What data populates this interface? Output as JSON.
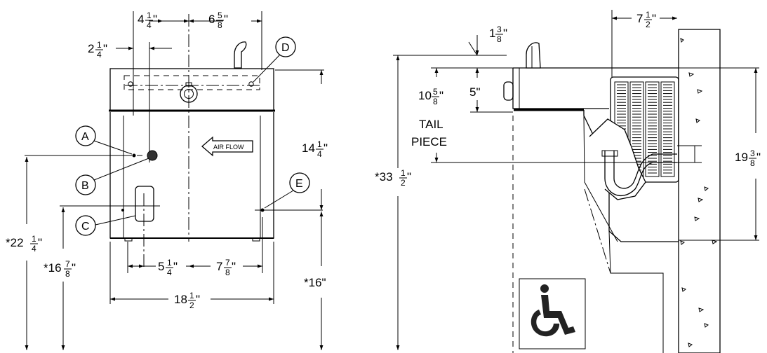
{
  "front_view": {
    "dims": {
      "d4_1_4": {
        "whole": "4",
        "num": "1",
        "den": "4",
        "unit": "\""
      },
      "d6_5_8": {
        "whole": "6",
        "num": "5",
        "den": "8",
        "unit": "\""
      },
      "d2_1_4": {
        "whole": "2",
        "num": "1",
        "den": "4",
        "unit": "\""
      },
      "d14_1_4": {
        "whole": "14",
        "num": "1",
        "den": "4",
        "unit": "\""
      },
      "d22_1_4": {
        "whole": "*22",
        "num": "1",
        "den": "4",
        "unit": "\""
      },
      "d16_7_8": {
        "whole": "*16",
        "num": "7",
        "den": "8",
        "unit": "\""
      },
      "d5_1_4": {
        "whole": "5",
        "num": "1",
        "den": "4",
        "unit": "\""
      },
      "d7_7_8": {
        "whole": "7",
        "num": "7",
        "den": "8",
        "unit": "\""
      },
      "d18_1_2": {
        "whole": "18",
        "num": "1",
        "den": "2",
        "unit": "\""
      },
      "d16": "*16\""
    },
    "callouts": {
      "A": "A",
      "B": "B",
      "C": "C",
      "D": "D",
      "E": "E"
    },
    "air_flow_label": "AIR FLOW"
  },
  "side_view": {
    "dims": {
      "d1_3_8": {
        "whole": "1",
        "num": "3",
        "den": "8",
        "unit": "\""
      },
      "d7_1_2": {
        "whole": "7",
        "num": "1",
        "den": "2",
        "unit": "\""
      },
      "d10_5_8": {
        "whole": "10",
        "num": "5",
        "den": "8",
        "unit": "\""
      },
      "d5": "5\"",
      "d33_1_2": {
        "whole": "*33",
        "num": "1",
        "den": "2",
        "unit": "\""
      },
      "d19_3_8": {
        "whole": "19",
        "num": "3",
        "den": "8",
        "unit": "\""
      }
    },
    "tail_piece_label": {
      "line1": "TAIL",
      "line2": "PIECE"
    },
    "accessibility_symbol": "wheelchair-icon"
  }
}
